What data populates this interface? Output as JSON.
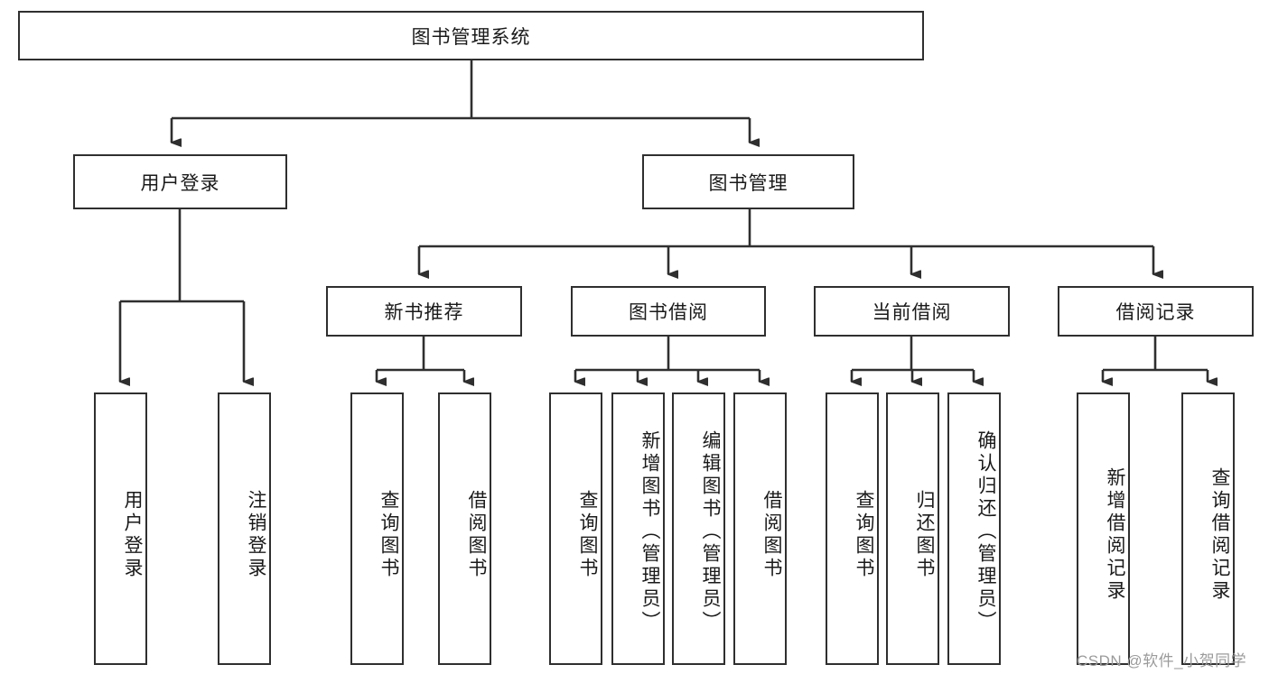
{
  "diagram": {
    "title_node": {
      "label": "图书管理系统"
    },
    "level1": [
      {
        "id": "user-login",
        "label": "用户登录"
      },
      {
        "id": "book-management",
        "label": "图书管理"
      }
    ],
    "level2": [
      {
        "id": "new-book-recommend",
        "label": "新书推荐"
      },
      {
        "id": "book-borrow",
        "label": "图书借阅"
      },
      {
        "id": "current-borrow",
        "label": "当前借阅"
      },
      {
        "id": "borrow-record",
        "label": "借阅记录"
      }
    ],
    "leaves": {
      "user_login": [
        {
          "id": "leaf-user-login",
          "label": "用户登录"
        },
        {
          "id": "leaf-logout-login",
          "label": "注销登录"
        }
      ],
      "new_book_recommend": [
        {
          "id": "leaf-query-book-1",
          "label": "查询图书"
        },
        {
          "id": "leaf-borrow-book-1",
          "label": "借阅图书"
        }
      ],
      "book_borrow": [
        {
          "id": "leaf-query-book-2",
          "label": "查询图书"
        },
        {
          "id": "leaf-add-book",
          "label": "新增图书（管理员）"
        },
        {
          "id": "leaf-edit-book",
          "label": "编辑图书（管理员）"
        },
        {
          "id": "leaf-borrow-book-2",
          "label": "借阅图书"
        }
      ],
      "current_borrow": [
        {
          "id": "leaf-query-book-3",
          "label": "查询图书"
        },
        {
          "id": "leaf-return-book",
          "label": "归还图书"
        },
        {
          "id": "leaf-confirm-return",
          "label": "确认归还（管理员）"
        }
      ],
      "borrow_record": [
        {
          "id": "leaf-add-record",
          "label": "新增借阅记录"
        },
        {
          "id": "leaf-query-record",
          "label": "查询借阅记录"
        }
      ]
    }
  },
  "watermark": {
    "text": "CSDN @软件_小贺同学"
  },
  "colors": {
    "stroke": "#2f2f2f",
    "background": "#ffffff",
    "watermark": "#9b9b9b"
  }
}
